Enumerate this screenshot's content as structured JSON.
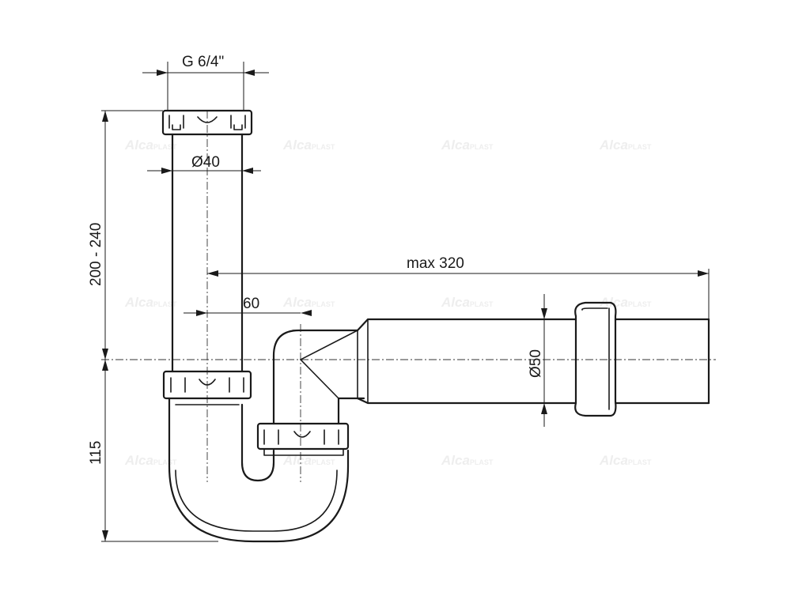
{
  "dimensions": {
    "thread": "G 6/4\"",
    "diameter_inlet": "Ø40",
    "height_upper": "200 - 240",
    "height_lower": "115",
    "max_length": "max 320",
    "offset": "60",
    "diameter_outlet": "Ø50"
  },
  "watermark": {
    "brand_a": "Alca",
    "brand_b": "PLAST"
  },
  "colors": {
    "line": "#1a1a1a",
    "watermark": "#eeeeee",
    "background": "#ffffff"
  }
}
